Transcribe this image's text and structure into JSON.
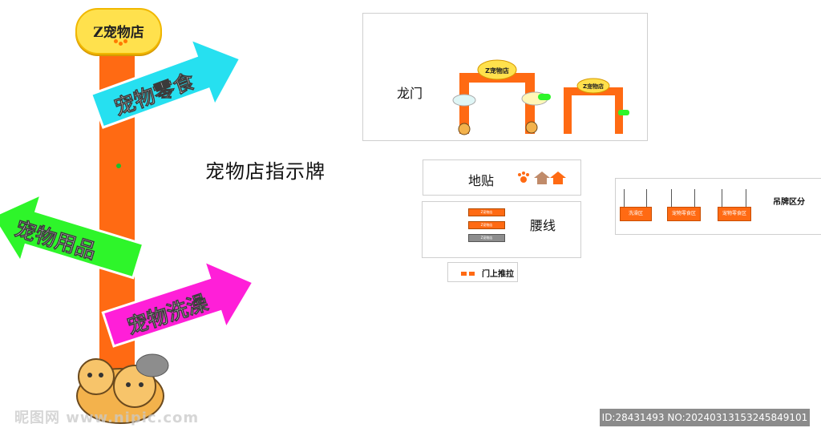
{
  "signpost": {
    "logo_text": "Z宠物店",
    "arrows": [
      {
        "text": "宠物零食",
        "color": "#26e0f0"
      },
      {
        "text": "宠物用品",
        "color": "#2ef52a"
      },
      {
        "text": "宠物洗澡",
        "color": "#ff1fd8"
      }
    ],
    "pole_color": "#ff6a13"
  },
  "title": "宠物店指示牌",
  "sections": {
    "gate": {
      "label": "龙门",
      "sign_text": "Z宠物店",
      "sign_text_2": "Z宠物店"
    },
    "floor_sticker": {
      "label": "地贴"
    },
    "waistline": {
      "label": "腰线",
      "bars": [
        "Z宠物店",
        "Z宠物店",
        "Z宠物店"
      ]
    },
    "door_push_pull": {
      "label": "门上推拉"
    },
    "hanging": {
      "label": "吊牌区分",
      "signs": [
        "洗澡区",
        "宠物零食区",
        "宠物零食区"
      ]
    }
  },
  "watermark": "昵图网 www.nipic.com",
  "footer_id": "ID:28431493 NO:20240313153245849101"
}
